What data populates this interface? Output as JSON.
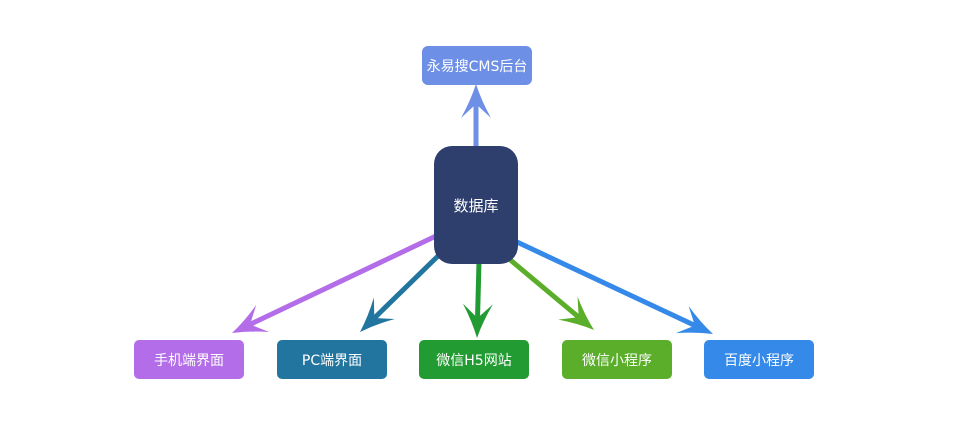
{
  "diagram": {
    "nodes": {
      "cms": {
        "label": "永易搜CMS后台",
        "color": "#6d8fe6"
      },
      "db": {
        "label": "数据库",
        "color": "#2e3f6e"
      },
      "mobile": {
        "label": "手机端界面",
        "color": "#b36de8"
      },
      "pc": {
        "label": "PC端界面",
        "color": "#22759e"
      },
      "h5": {
        "label": "微信H5网站",
        "color": "#229c32"
      },
      "wechat": {
        "label": "微信小程序",
        "color": "#5aae2a"
      },
      "baidu": {
        "label": "百度小程序",
        "color": "#3589e8"
      }
    },
    "edges": [
      {
        "from": "db",
        "to": "cms",
        "color": "#6d8fe6"
      },
      {
        "from": "db",
        "to": "mobile",
        "color": "#b36de8"
      },
      {
        "from": "db",
        "to": "pc",
        "color": "#22759e"
      },
      {
        "from": "db",
        "to": "h5",
        "color": "#229c32"
      },
      {
        "from": "db",
        "to": "wechat",
        "color": "#5aae2a"
      },
      {
        "from": "db",
        "to": "baidu",
        "color": "#3589e8"
      }
    ]
  }
}
